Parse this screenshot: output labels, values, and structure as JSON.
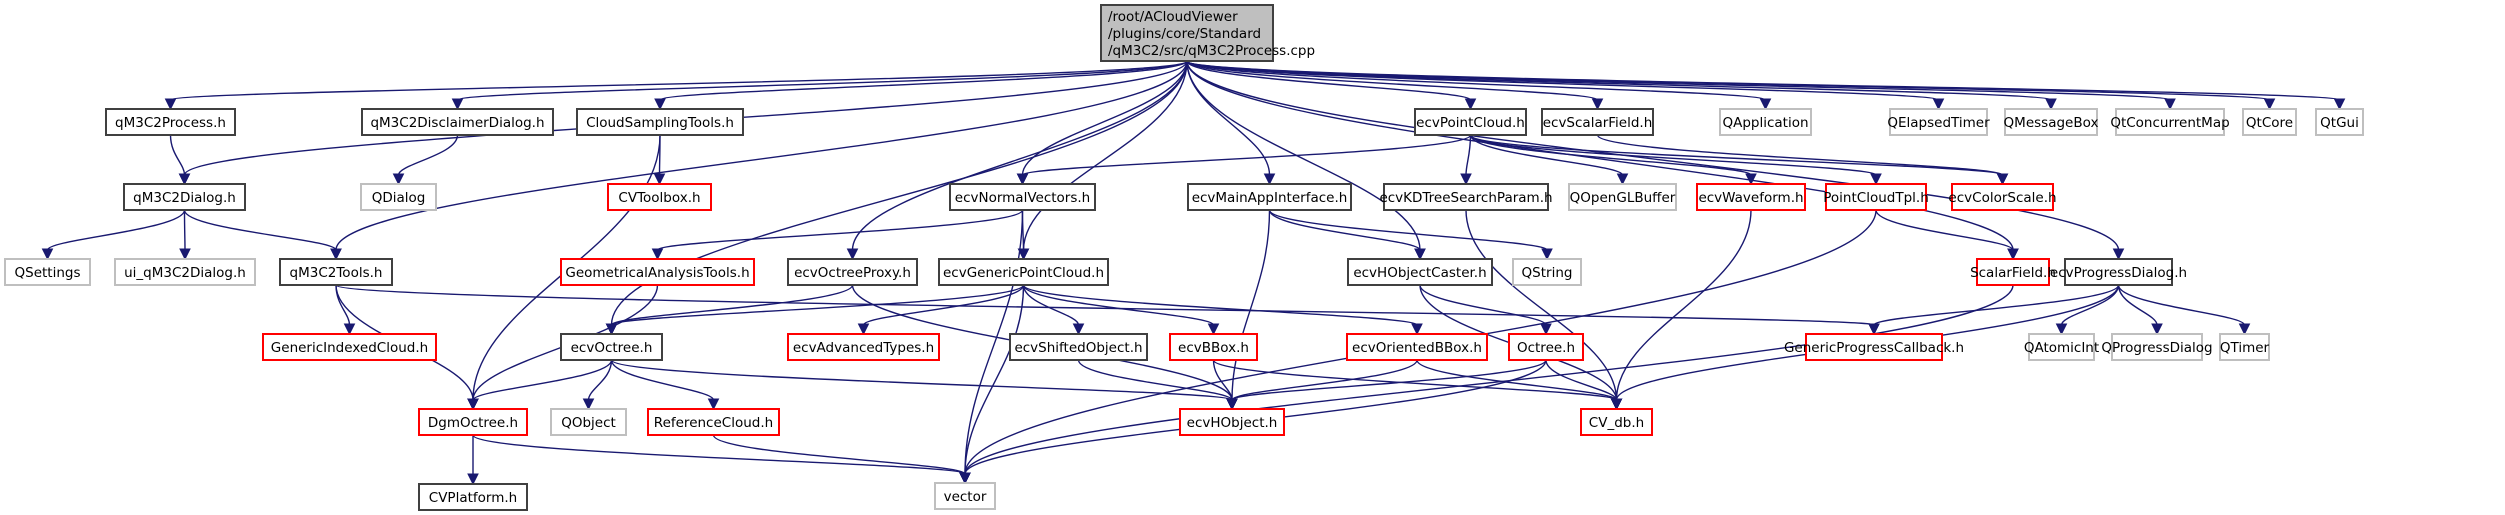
{
  "title": "Include dependency graph for qM3C2Process.cpp",
  "colors": {
    "edge": "#191970",
    "internal_border": "#404040",
    "incomplete_border": "#ff0000",
    "external_border": "#bfbfbf",
    "root_fill": "#bfbfbf"
  },
  "nodes": [
    {
      "id": "root",
      "label": [
        "/root/ACloudViewer",
        "/plugins/core/Standard",
        "/qM3C2/src/qM3C2Process.cpp"
      ],
      "kind": "root"
    },
    {
      "id": "qM3C2Process_h",
      "label": [
        "qM3C2Process.h"
      ],
      "kind": "internal"
    },
    {
      "id": "qM3C2Dialog_h",
      "label": [
        "qM3C2Dialog.h"
      ],
      "kind": "internal"
    },
    {
      "id": "QSettings",
      "label": [
        "QSettings"
      ],
      "kind": "external"
    },
    {
      "id": "ui_qM3C2Dialog_h",
      "label": [
        "ui_qM3C2Dialog.h"
      ],
      "kind": "external"
    },
    {
      "id": "qM3C2Tools_h",
      "label": [
        "qM3C2Tools.h"
      ],
      "kind": "internal"
    },
    {
      "id": "GenericIndexedCloud_h",
      "label": [
        "GenericIndexedCloud.h"
      ],
      "kind": "incomplete"
    },
    {
      "id": "DgmOctree_h",
      "label": [
        "DgmOctree.h"
      ],
      "kind": "incomplete"
    },
    {
      "id": "CVPlatform_h",
      "label": [
        "CVPlatform.h"
      ],
      "kind": "internal"
    },
    {
      "id": "qM3C2DisclaimerDialog_h",
      "label": [
        "qM3C2DisclaimerDialog.h"
      ],
      "kind": "internal"
    },
    {
      "id": "QDialog",
      "label": [
        "QDialog"
      ],
      "kind": "external"
    },
    {
      "id": "CloudSamplingTools_h",
      "label": [
        "CloudSamplingTools.h"
      ],
      "kind": "internal"
    },
    {
      "id": "CVToolbox_h",
      "label": [
        "CVToolbox.h"
      ],
      "kind": "incomplete"
    },
    {
      "id": "GeometricalAnalysisTools_h",
      "label": [
        "GeometricalAnalysisTools.h"
      ],
      "kind": "incomplete"
    },
    {
      "id": "ecvOctree_h",
      "label": [
        "ecvOctree.h"
      ],
      "kind": "internal"
    },
    {
      "id": "QObject",
      "label": [
        "QObject"
      ],
      "kind": "external"
    },
    {
      "id": "ReferenceCloud_h",
      "label": [
        "ReferenceCloud.h"
      ],
      "kind": "incomplete"
    },
    {
      "id": "vector",
      "label": [
        "vector"
      ],
      "kind": "external"
    },
    {
      "id": "ecvNormalVectors_h",
      "label": [
        "ecvNormalVectors.h"
      ],
      "kind": "internal"
    },
    {
      "id": "ecvOctreeProxy_h",
      "label": [
        "ecvOctreeProxy.h"
      ],
      "kind": "internal"
    },
    {
      "id": "ecvGenericPointCloud_h",
      "label": [
        "ecvGenericPointCloud.h"
      ],
      "kind": "internal"
    },
    {
      "id": "ecvAdvancedTypes_h",
      "label": [
        "ecvAdvancedTypes.h"
      ],
      "kind": "incomplete"
    },
    {
      "id": "ecvShiftedObject_h",
      "label": [
        "ecvShiftedObject.h"
      ],
      "kind": "internal"
    },
    {
      "id": "ecvBBox_h",
      "label": [
        "ecvBBox.h"
      ],
      "kind": "incomplete"
    },
    {
      "id": "ecvHObject_h",
      "label": [
        "ecvHObject.h"
      ],
      "kind": "incomplete"
    },
    {
      "id": "ecvMainAppInterface_h",
      "label": [
        "ecvMainAppInterface.h"
      ],
      "kind": "internal"
    },
    {
      "id": "ecvHObjectCaster_h",
      "label": [
        "ecvHObjectCaster.h"
      ],
      "kind": "internal"
    },
    {
      "id": "QString",
      "label": [
        "QString"
      ],
      "kind": "external"
    },
    {
      "id": "ecvOrientedBBox_h",
      "label": [
        "ecvOrientedBBox.h"
      ],
      "kind": "incomplete"
    },
    {
      "id": "Octree_h",
      "label": [
        "Octree.h"
      ],
      "kind": "incomplete"
    },
    {
      "id": "CV_db_h",
      "label": [
        "CV_db.h"
      ],
      "kind": "incomplete"
    },
    {
      "id": "ecvPointCloud_h",
      "label": [
        "ecvPointCloud.h"
      ],
      "kind": "internal"
    },
    {
      "id": "ecvKDTreeSearchParam_h",
      "label": [
        "ecvKDTreeSearchParam.h"
      ],
      "kind": "internal"
    },
    {
      "id": "QOpenGLBuffer",
      "label": [
        "QOpenGLBuffer"
      ],
      "kind": "external"
    },
    {
      "id": "ecvWaveform_h",
      "label": [
        "ecvWaveform.h"
      ],
      "kind": "incomplete"
    },
    {
      "id": "PointCloudTpl_h",
      "label": [
        "PointCloudTpl.h"
      ],
      "kind": "incomplete"
    },
    {
      "id": "ecvColorScale_h",
      "label": [
        "ecvColorScale.h"
      ],
      "kind": "incomplete"
    },
    {
      "id": "ecvScalarField_h",
      "label": [
        "ecvScalarField.h"
      ],
      "kind": "internal"
    },
    {
      "id": "ScalarField_h",
      "label": [
        "ScalarField.h"
      ],
      "kind": "incomplete"
    },
    {
      "id": "ecvProgressDialog_h",
      "label": [
        "ecvProgressDialog.h"
      ],
      "kind": "internal"
    },
    {
      "id": "GenericProgressCallback_h",
      "label": [
        "GenericProgressCallback.h"
      ],
      "kind": "incomplete"
    },
    {
      "id": "QAtomicInt",
      "label": [
        "QAtomicInt"
      ],
      "kind": "external"
    },
    {
      "id": "QProgressDialog",
      "label": [
        "QProgressDialog"
      ],
      "kind": "external"
    },
    {
      "id": "QTimer",
      "label": [
        "QTimer"
      ],
      "kind": "external"
    },
    {
      "id": "QApplication",
      "label": [
        "QApplication"
      ],
      "kind": "external"
    },
    {
      "id": "QElapsedTimer",
      "label": [
        "QElapsedTimer"
      ],
      "kind": "external"
    },
    {
      "id": "QMessageBox",
      "label": [
        "QMessageBox"
      ],
      "kind": "external"
    },
    {
      "id": "QtConcurrentMap",
      "label": [
        "QtConcurrentMap"
      ],
      "kind": "external"
    },
    {
      "id": "QtCore",
      "label": [
        "QtCore"
      ],
      "kind": "external"
    },
    {
      "id": "QtGui",
      "label": [
        "QtGui"
      ],
      "kind": "external"
    }
  ],
  "edges": [
    [
      "root",
      "qM3C2Process_h"
    ],
    [
      "root",
      "qM3C2Dialog_h"
    ],
    [
      "root",
      "qM3C2Tools_h"
    ],
    [
      "root",
      "qM3C2DisclaimerDialog_h"
    ],
    [
      "root",
      "CloudSamplingTools_h"
    ],
    [
      "root",
      "ecvOctree_h"
    ],
    [
      "root",
      "ecvOctreeProxy_h"
    ],
    [
      "root",
      "ecvGenericPointCloud_h"
    ],
    [
      "root",
      "ecvNormalVectors_h"
    ],
    [
      "root",
      "ecvMainAppInterface_h"
    ],
    [
      "root",
      "ecvHObjectCaster_h"
    ],
    [
      "root",
      "ecvPointCloud_h"
    ],
    [
      "root",
      "ecvScalarField_h"
    ],
    [
      "root",
      "ecvProgressDialog_h"
    ],
    [
      "root",
      "ScalarField_h"
    ],
    [
      "root",
      "QApplication"
    ],
    [
      "root",
      "QElapsedTimer"
    ],
    [
      "root",
      "QMessageBox"
    ],
    [
      "root",
      "QtConcurrentMap"
    ],
    [
      "root",
      "QtCore"
    ],
    [
      "root",
      "QtGui"
    ],
    [
      "qM3C2Process_h",
      "qM3C2Dialog_h"
    ],
    [
      "qM3C2Dialog_h",
      "QSettings"
    ],
    [
      "qM3C2Dialog_h",
      "ui_qM3C2Dialog_h"
    ],
    [
      "qM3C2Dialog_h",
      "qM3C2Tools_h"
    ],
    [
      "qM3C2Tools_h",
      "GenericIndexedCloud_h"
    ],
    [
      "qM3C2Tools_h",
      "DgmOctree_h"
    ],
    [
      "qM3C2Tools_h",
      "GenericProgressCallback_h"
    ],
    [
      "qM3C2DisclaimerDialog_h",
      "QDialog"
    ],
    [
      "CloudSamplingTools_h",
      "CVToolbox_h"
    ],
    [
      "CloudSamplingTools_h",
      "DgmOctree_h"
    ],
    [
      "DgmOctree_h",
      "CVPlatform_h"
    ],
    [
      "DgmOctree_h",
      "vector"
    ],
    [
      "GeometricalAnalysisTools_h",
      "DgmOctree_h"
    ],
    [
      "ecvOctree_h",
      "DgmOctree_h"
    ],
    [
      "ecvOctree_h",
      "QObject"
    ],
    [
      "ecvOctree_h",
      "ReferenceCloud_h"
    ],
    [
      "ecvOctree_h",
      "ecvHObject_h"
    ],
    [
      "ReferenceCloud_h",
      "vector"
    ],
    [
      "ecvNormalVectors_h",
      "GeometricalAnalysisTools_h"
    ],
    [
      "ecvNormalVectors_h",
      "ecvGenericPointCloud_h"
    ],
    [
      "ecvNormalVectors_h",
      "vector"
    ],
    [
      "ecvOctreeProxy_h",
      "ecvOctree_h"
    ],
    [
      "ecvOctreeProxy_h",
      "ecvHObject_h"
    ],
    [
      "ecvGenericPointCloud_h",
      "ecvOctree_h"
    ],
    [
      "ecvGenericPointCloud_h",
      "ecvAdvancedTypes_h"
    ],
    [
      "ecvGenericPointCloud_h",
      "ecvShiftedObject_h"
    ],
    [
      "ecvGenericPointCloud_h",
      "ecvBBox_h"
    ],
    [
      "ecvGenericPointCloud_h",
      "ecvOrientedBBox_h"
    ],
    [
      "ecvGenericPointCloud_h",
      "vector"
    ],
    [
      "ecvShiftedObject_h",
      "ecvHObject_h"
    ],
    [
      "ecvBBox_h",
      "ecvHObject_h"
    ],
    [
      "ecvBBox_h",
      "CV_db_h"
    ],
    [
      "ecvMainAppInterface_h",
      "ecvHObjectCaster_h"
    ],
    [
      "ecvMainAppInterface_h",
      "QString"
    ],
    [
      "ecvMainAppInterface_h",
      "ecvHObject_h"
    ],
    [
      "ecvHObjectCaster_h",
      "Octree_h"
    ],
    [
      "ecvHObjectCaster_h",
      "CV_db_h"
    ],
    [
      "ecvOrientedBBox_h",
      "ecvHObject_h"
    ],
    [
      "ecvOrientedBBox_h",
      "CV_db_h"
    ],
    [
      "Octree_h",
      "ecvHObject_h"
    ],
    [
      "Octree_h",
      "CV_db_h"
    ],
    [
      "Octree_h",
      "vector"
    ],
    [
      "ecvPointCloud_h",
      "ecvNormalVectors_h"
    ],
    [
      "ecvPointCloud_h",
      "ecvKDTreeSearchParam_h"
    ],
    [
      "ecvPointCloud_h",
      "QOpenGLBuffer"
    ],
    [
      "ecvPointCloud_h",
      "ecvWaveform_h"
    ],
    [
      "ecvPointCloud_h",
      "PointCloudTpl_h"
    ],
    [
      "ecvPointCloud_h",
      "ecvColorScale_h"
    ],
    [
      "ecvKDTreeSearchParam_h",
      "CV_db_h"
    ],
    [
      "ecvWaveform_h",
      "CV_db_h"
    ],
    [
      "PointCloudTpl_h",
      "ScalarField_h"
    ],
    [
      "PointCloudTpl_h",
      "vector"
    ],
    [
      "ecvScalarField_h",
      "ecvColorScale_h"
    ],
    [
      "ScalarField_h",
      "vector"
    ],
    [
      "ecvProgressDialog_h",
      "GenericProgressCallback_h"
    ],
    [
      "ecvProgressDialog_h",
      "QAtomicInt"
    ],
    [
      "ecvProgressDialog_h",
      "QProgressDialog"
    ],
    [
      "ecvProgressDialog_h",
      "QTimer"
    ],
    [
      "ecvProgressDialog_h",
      "CV_db_h"
    ]
  ]
}
